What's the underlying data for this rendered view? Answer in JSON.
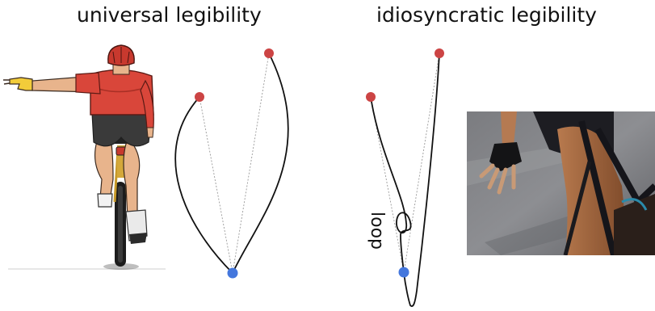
{
  "headings": {
    "left": "universal legibility",
    "right": "idiosyncratic legibility"
  },
  "annotations": {
    "loop_label": "loop"
  },
  "colors": {
    "goal_marker": "#cc4444",
    "start_marker": "#4477dd",
    "trajectory": "#111111",
    "guide_line": "#999999",
    "jersey": "#d9463a",
    "helmet": "#c8392e",
    "shorts": "#3a3a3a",
    "skin": "#e8b48c",
    "glove": "#f2cc3a"
  },
  "icons": {
    "cyclist_back_illustration": "cyclist-hand-signal-illustration",
    "cyclist_photo": "cyclist-glove-photo"
  }
}
